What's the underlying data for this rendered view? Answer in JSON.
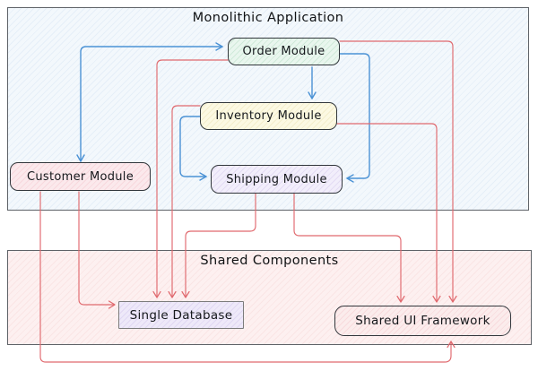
{
  "containers": {
    "monolithic": {
      "title": "Monolithic Application"
    },
    "shared": {
      "title": "Shared Components"
    }
  },
  "nodes": {
    "order": {
      "label": "Order Module",
      "fill": "#e9f6ee"
    },
    "inventory": {
      "label": "Inventory Module",
      "fill": "#fcf9e3"
    },
    "shipping": {
      "label": "Shipping Module",
      "fill": "#f2eefb"
    },
    "customer": {
      "label": "Customer Module",
      "fill": "#fbe9ec"
    },
    "database": {
      "label": "Single Database",
      "fill": "#eee9f9"
    },
    "ui_framework": {
      "label": "Shared UI Framework",
      "fill": "#fbecec"
    }
  },
  "colors": {
    "arrow_blue": "#4b92d5",
    "arrow_red": "#e0696e",
    "container_border": "#5f6368",
    "node_border": "#32373c"
  },
  "edges": [
    {
      "from": "customer",
      "to": "order",
      "color": "blue",
      "bidirectional": true
    },
    {
      "from": "order",
      "to": "inventory",
      "color": "blue"
    },
    {
      "from": "inventory",
      "to": "shipping",
      "color": "blue"
    },
    {
      "from": "order",
      "to": "shipping",
      "color": "blue"
    },
    {
      "from": "order",
      "to": "database",
      "color": "red"
    },
    {
      "from": "inventory",
      "to": "database",
      "color": "red"
    },
    {
      "from": "shipping",
      "to": "database",
      "color": "red"
    },
    {
      "from": "customer",
      "to": "database",
      "color": "red"
    },
    {
      "from": "order",
      "to": "ui_framework",
      "color": "red"
    },
    {
      "from": "inventory",
      "to": "ui_framework",
      "color": "red"
    },
    {
      "from": "shipping",
      "to": "ui_framework",
      "color": "red"
    },
    {
      "from": "customer",
      "to": "ui_framework",
      "color": "red"
    }
  ]
}
